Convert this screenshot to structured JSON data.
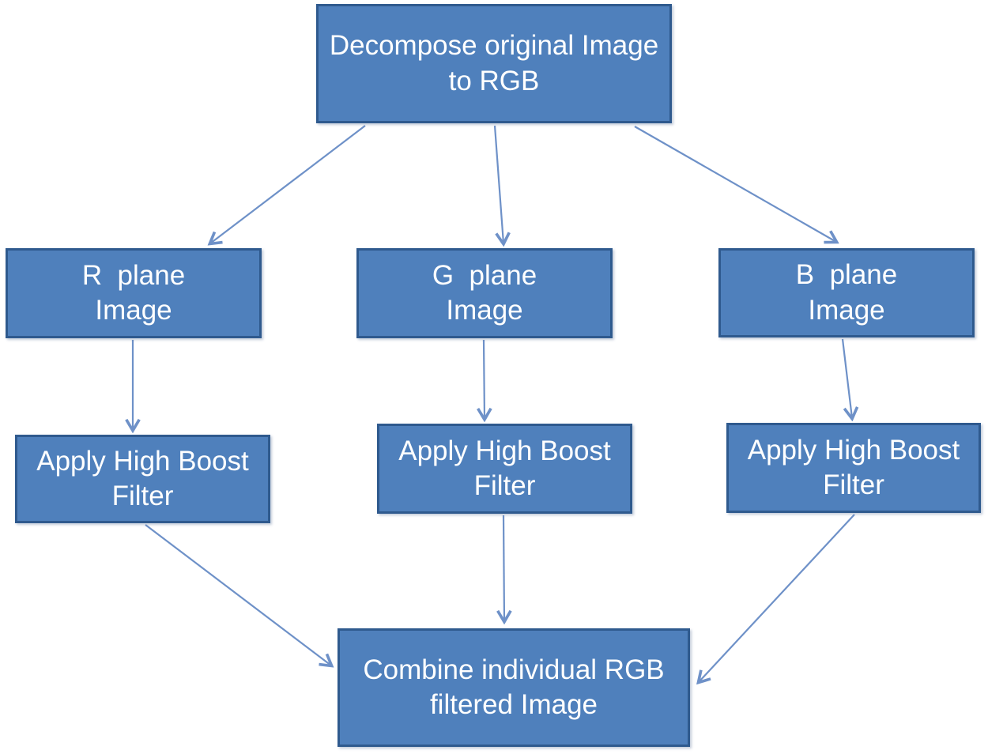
{
  "diagram": {
    "type": "flowchart",
    "colors": {
      "background": "#ffffff",
      "node_fill": "#4f80bc",
      "node_border": "#2f5a8e",
      "arrow": "#6e91c8",
      "text": "#ffffff"
    },
    "nodes": {
      "decompose": {
        "label": "Decompose original Image\nto RGB"
      },
      "r_plane": {
        "label": "R  plane\nImage"
      },
      "g_plane": {
        "label": "G  plane\nImage"
      },
      "b_plane": {
        "label": "B  plane\nImage"
      },
      "filter_r": {
        "label": "Apply High Boost\nFilter"
      },
      "filter_g": {
        "label": "Apply High Boost\nFilter"
      },
      "filter_b": {
        "label": "Apply High Boost\nFilter"
      },
      "combine": {
        "label": "Combine individual RGB\nfiltered Image"
      }
    },
    "edges": [
      {
        "from": "decompose",
        "to": "r_plane"
      },
      {
        "from": "decompose",
        "to": "g_plane"
      },
      {
        "from": "decompose",
        "to": "b_plane"
      },
      {
        "from": "r_plane",
        "to": "filter_r"
      },
      {
        "from": "g_plane",
        "to": "filter_g"
      },
      {
        "from": "b_plane",
        "to": "filter_b"
      },
      {
        "from": "filter_r",
        "to": "combine"
      },
      {
        "from": "filter_g",
        "to": "combine"
      },
      {
        "from": "filter_b",
        "to": "combine"
      }
    ]
  }
}
